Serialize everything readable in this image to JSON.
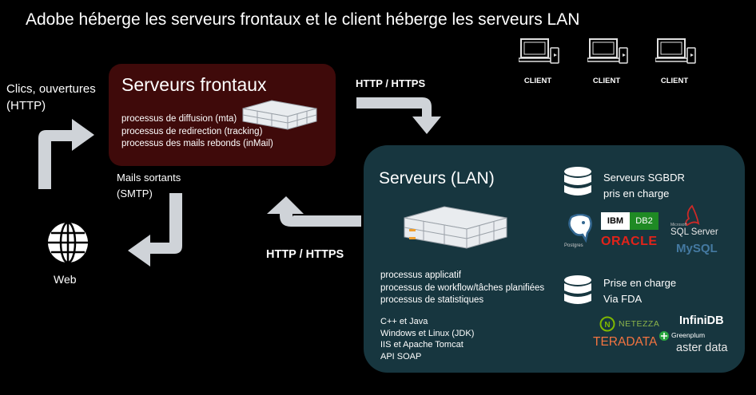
{
  "title": "Adobe héberge les serveurs frontaux et le client héberge les serveurs LAN",
  "clicks": [
    "Clics, ouvertures",
    "(HTTP)"
  ],
  "front": {
    "title": "Serveurs  frontaux",
    "lines": [
      "processus de diffusion (mta)",
      "processus de redirection (tracking)",
      "processus des mails rebonds (inMail)"
    ]
  },
  "http_top": "HTTP / HTTPS",
  "http_bottom": "HTTP / HTTPS",
  "mails": [
    "Mails sortants",
    "(SMTP)"
  ],
  "web_label": "Web",
  "clients": [
    "CLIENT",
    "CLIENT",
    "CLIENT"
  ],
  "lan": {
    "title": "Serveurs (LAN)",
    "processes": [
      "processus applicatif",
      "processus de workflow/tâches planifiées",
      "processus de statistiques"
    ],
    "tech": [
      "C++ et Java",
      "Windows et Linux (JDK)",
      "IIS et Apache Tomcat",
      "API SOAP"
    ],
    "sgbdr": [
      "Serveurs SGBDR",
      "pris en charge"
    ],
    "fda": [
      "Prise en charge",
      "Via FDA"
    ]
  },
  "logos": {
    "postgres": "Postgres",
    "ibm": "IBM",
    "db2": "DB2",
    "oracle": "ORACLE",
    "sqlserver_small": "Microsoft",
    "sqlserver": "SQL Server",
    "mysql": "MySQL",
    "netezza": "NETEZZA",
    "infinidb": "InfiniDB",
    "teradata": "TERADATA",
    "greenplum": "Greenplum",
    "asterdata": "aster data"
  },
  "colors": {
    "background": "#000000",
    "front_box": "#3f0a0a",
    "lan_box": "#17363f",
    "arrow": "#cfd3d8",
    "oracle": "#e2231a",
    "db2_green": "#1f8a24",
    "mysql_blue": "#4479a1",
    "teradata_orange": "#f37440"
  }
}
